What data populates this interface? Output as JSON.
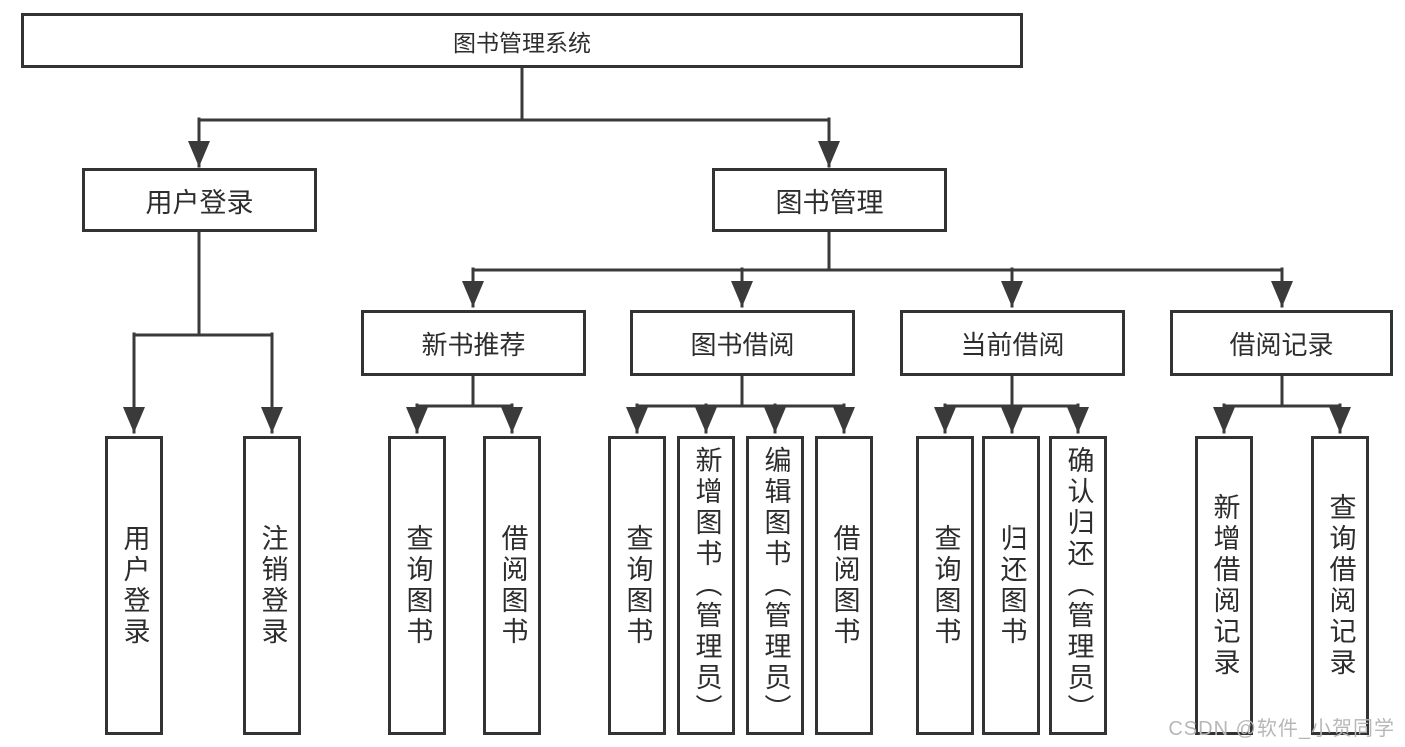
{
  "diagram": {
    "root": {
      "label": "图书管理系统"
    },
    "branches": [
      {
        "label": "用户登录",
        "leaves": [
          {
            "label": "用户登录"
          },
          {
            "label": "注销登录"
          }
        ]
      },
      {
        "label": "图书管理",
        "groups": [
          {
            "label": "新书推荐",
            "leaves": [
              {
                "label": "查询图书"
              },
              {
                "label": "借阅图书"
              }
            ]
          },
          {
            "label": "图书借阅",
            "leaves": [
              {
                "label": "查询图书"
              },
              {
                "label": "新增图书（管理员）"
              },
              {
                "label": "编辑图书（管理员）"
              },
              {
                "label": "借阅图书"
              }
            ]
          },
          {
            "label": "当前借阅",
            "leaves": [
              {
                "label": "查询图书"
              },
              {
                "label": "归还图书"
              },
              {
                "label": "确认归还（管理员）"
              }
            ]
          },
          {
            "label": "借阅记录",
            "leaves": [
              {
                "label": "新增借阅记录"
              },
              {
                "label": "查询借阅记录"
              }
            ]
          }
        ]
      }
    ]
  },
  "watermark": {
    "text": "CSDN @软件_小贺同学"
  },
  "colors": {
    "line": "#3a3a3a",
    "border": "#333333",
    "text": "#2d2d2d",
    "background": "#ffffff",
    "watermark": "#b7b7b7"
  }
}
